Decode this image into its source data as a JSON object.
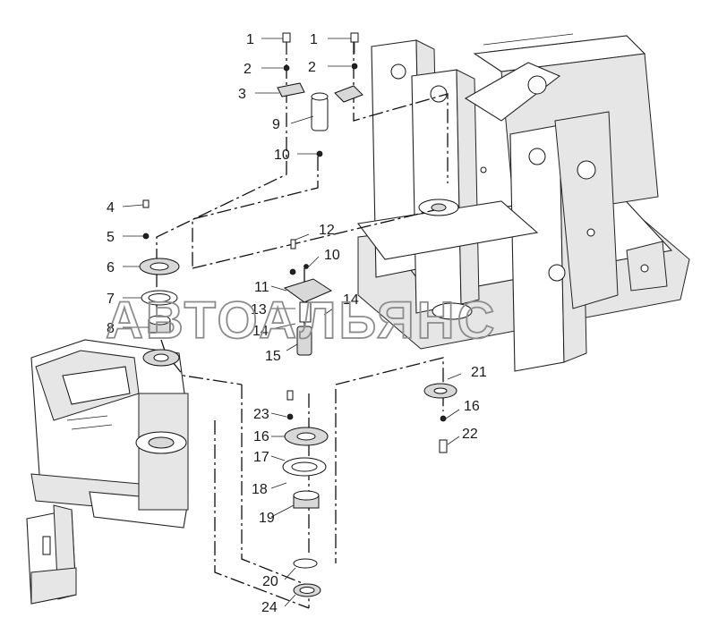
{
  "watermark": "АВТОАЛЬЯНС",
  "callouts": {
    "c1a": "1",
    "c1b": "1",
    "c2a": "2",
    "c2b": "2",
    "c3": "3",
    "c4": "4",
    "c5": "5",
    "c6": "6",
    "c7": "7",
    "c8": "8",
    "c9": "9",
    "c10a": "10",
    "c10b": "10",
    "c11": "11",
    "c12": "12",
    "c13": "13",
    "c14a": "14",
    "c14b": "14",
    "c15": "15",
    "c16a": "16",
    "c16b": "16",
    "c17": "17",
    "c18": "18",
    "c19": "19",
    "c20": "20",
    "c21": "21",
    "c22": "22",
    "c23": "23",
    "c24": "24"
  }
}
